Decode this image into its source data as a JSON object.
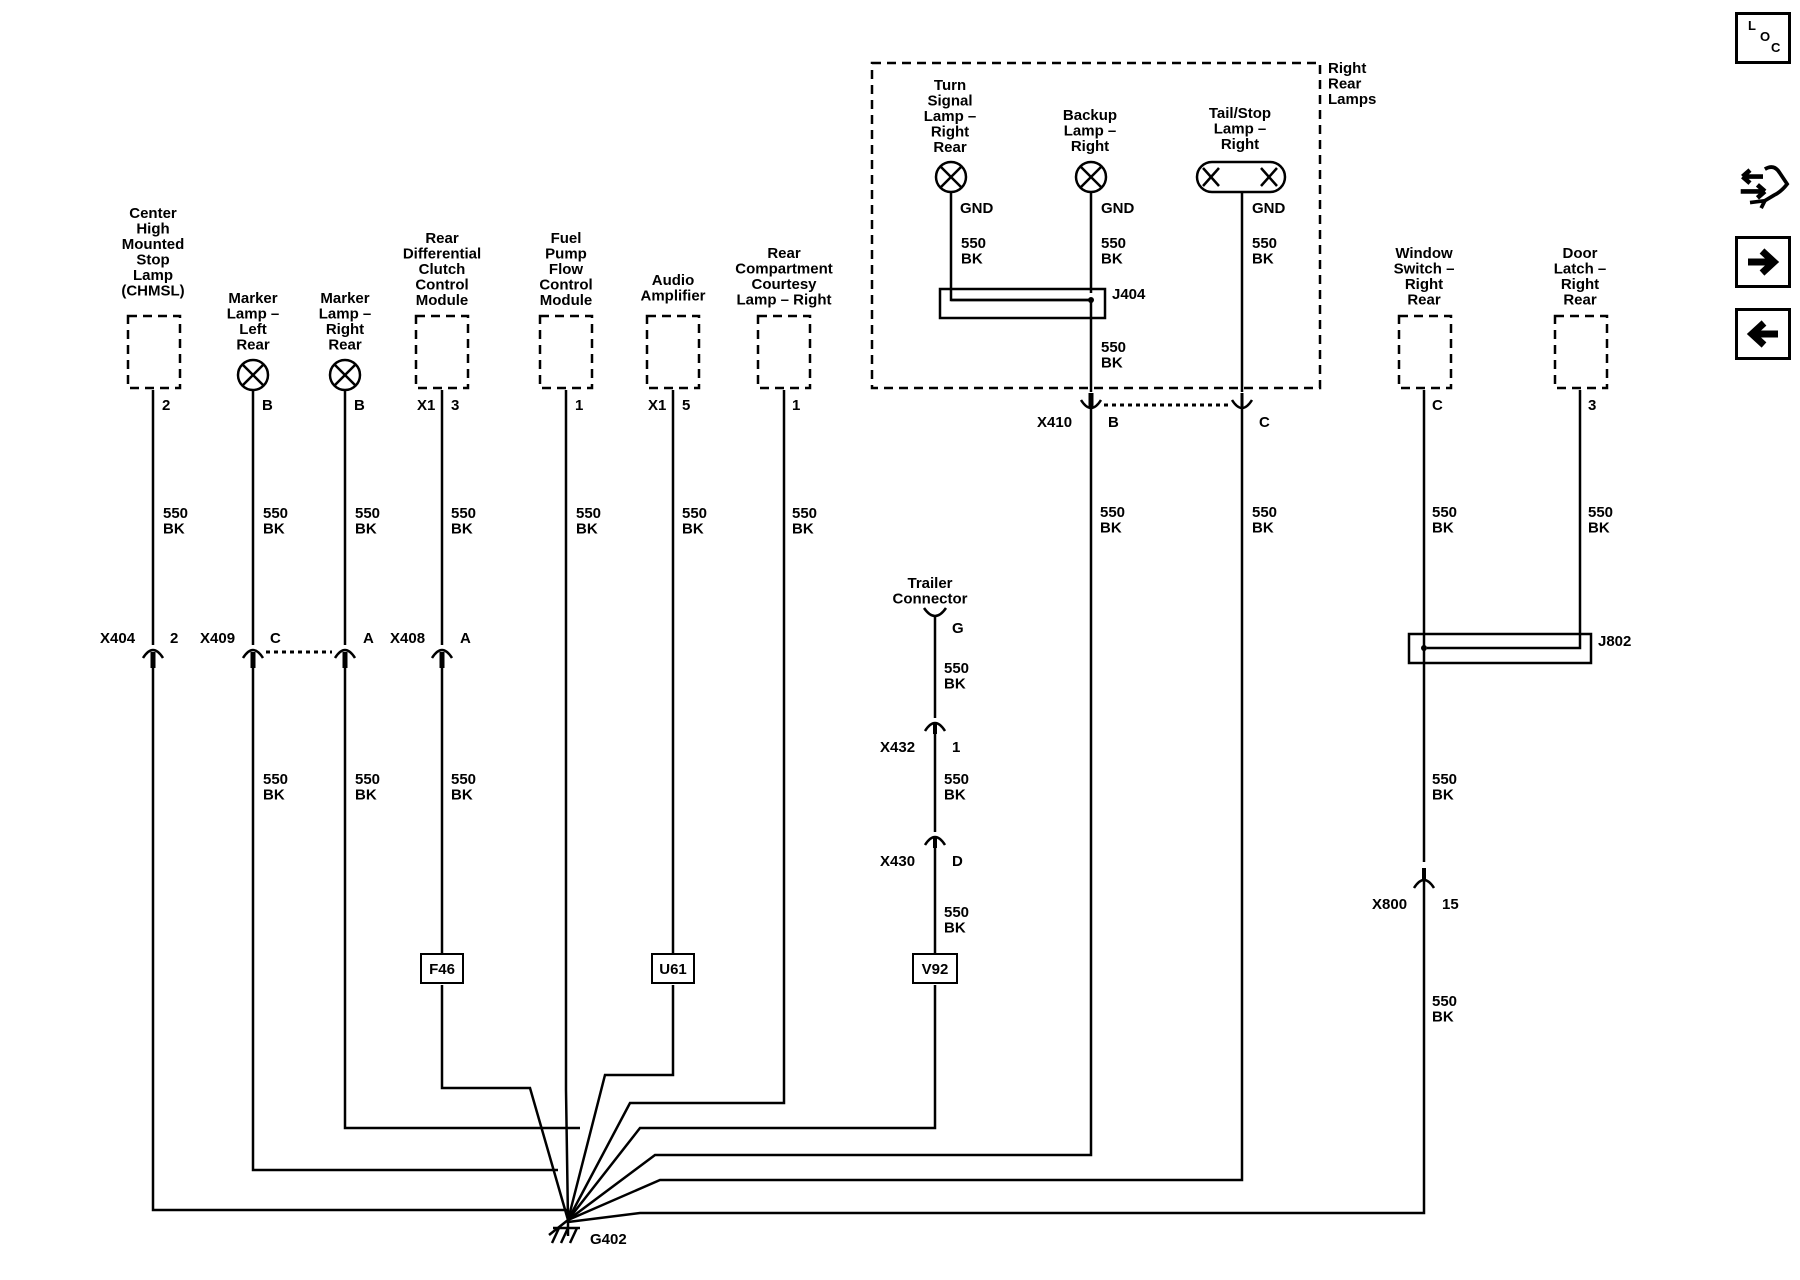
{
  "wire": {
    "circuit": "550",
    "color": "BK"
  },
  "ground": {
    "label": "G402"
  },
  "components": {
    "chmsl": "Center\nHigh\nMounted\nStop\nLamp\n(CHMSL)",
    "marker_left": "Marker\nLamp –\nLeft\nRear",
    "marker_right": "Marker\nLamp –\nRight\nRear",
    "rdccm": "Rear\nDifferential\nClutch\nControl\nModule",
    "fpfcm": "Fuel\nPump\nFlow\nControl\nModule",
    "audio_amp": "Audio\nAmplifier",
    "courtesy_lamp": "Rear\nCompartment\nCourtesy\nLamp – Right",
    "turn_signal": "Turn\nSignal\nLamp –\nRight\nRear",
    "backup_lamp": "Backup\nLamp –\nRight",
    "tail_stop": "Tail/Stop\nLamp –\nRight",
    "right_rear_lamps": "Right\nRear\nLamps",
    "trailer_connector": "Trailer\nConnector",
    "window_switch": "Window\nSwitch –\nRight\nRear",
    "door_latch": "Door\nLatch –\nRight\nRear"
  },
  "pins": {
    "chmsl": "2",
    "marker_left": "B",
    "marker_right": "B",
    "rdccm_conn": "X1",
    "rdccm_pin": "3",
    "fpfcm": "1",
    "amp_conn": "X1",
    "amp_pin": "5",
    "courtesy": "1",
    "window": "C",
    "door": "3",
    "trailer": "G"
  },
  "gnd_label": "GND",
  "splices": {
    "j404": "J404",
    "j802": "J802"
  },
  "connectors": {
    "x404": {
      "name": "X404",
      "pin": "2"
    },
    "x409": {
      "name": "X409",
      "pin_c": "C",
      "pin_a": "A"
    },
    "x408": {
      "name": "X408",
      "pin": "A"
    },
    "x410": {
      "name": "X410",
      "pin_b": "B",
      "pin_c": "C"
    },
    "x432": {
      "name": "X432",
      "pin": "1"
    },
    "x430": {
      "name": "X430",
      "pin": "D"
    },
    "x800": {
      "name": "X800",
      "pin": "15"
    }
  },
  "options": {
    "f46": "F46",
    "u61": "U61",
    "v92": "V92"
  },
  "nav": {
    "loc_l": "L",
    "loc_o": "O",
    "loc_c": "C",
    "icons": [
      "loc-icon",
      "connector-icon",
      "next-arrow-icon",
      "prev-arrow-icon"
    ]
  }
}
